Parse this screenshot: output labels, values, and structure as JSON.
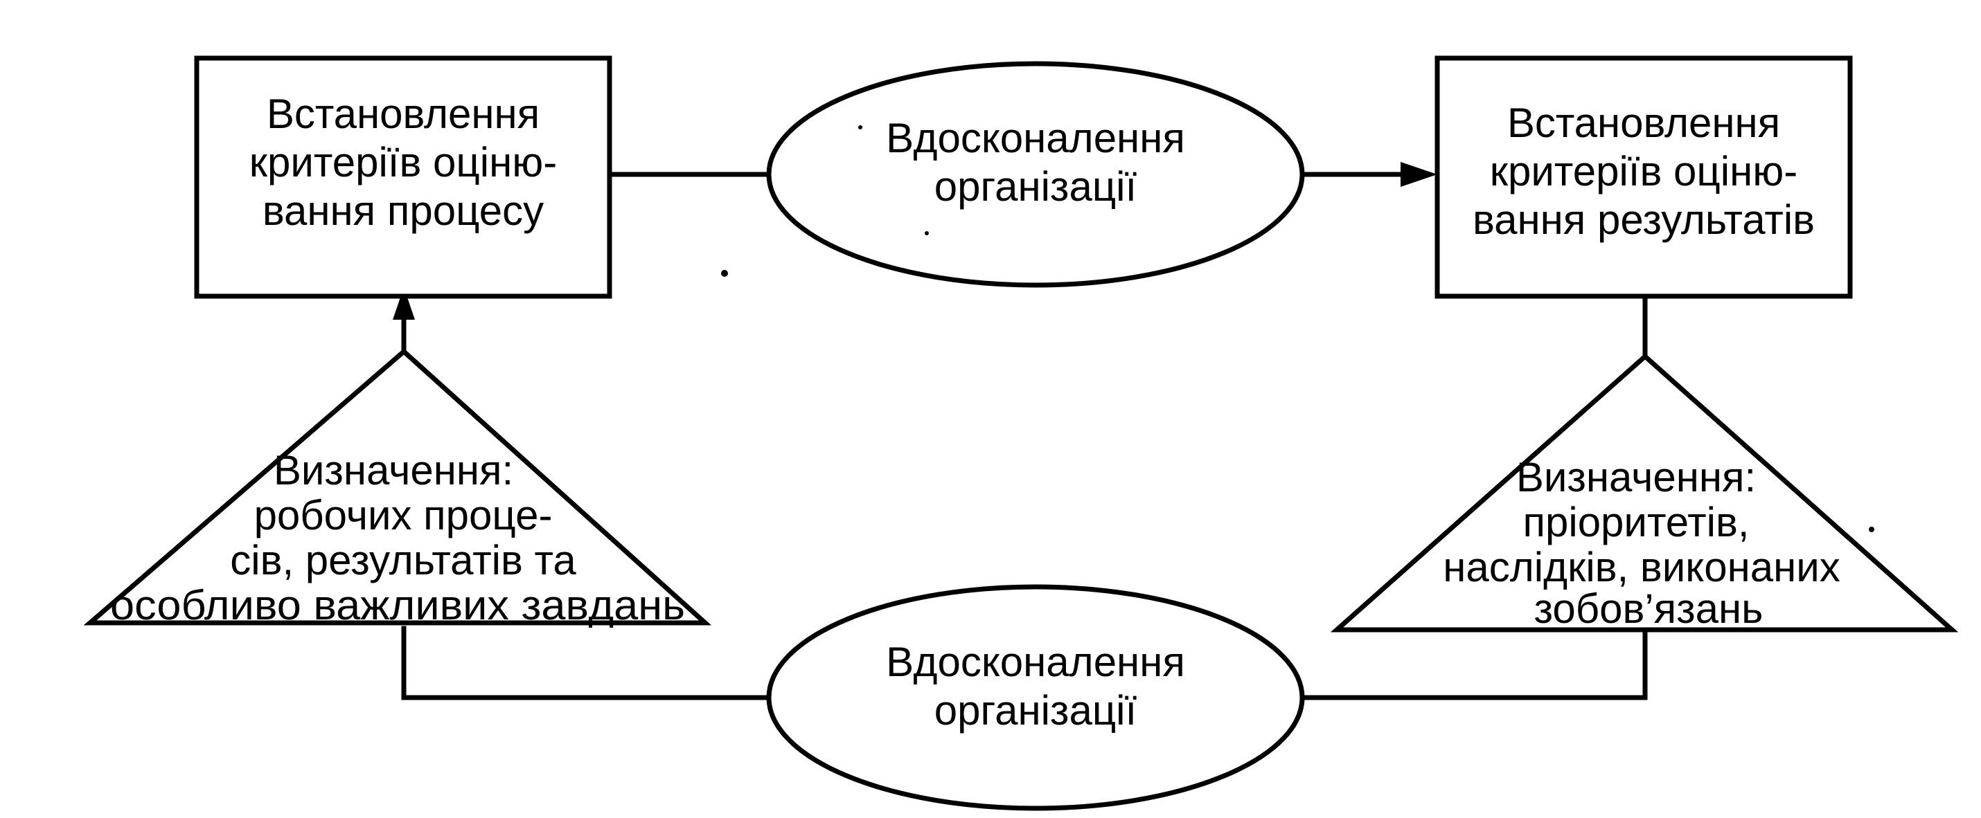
{
  "box_process": {
    "lines": [
      "Встановлення",
      "критеріїв оціню-",
      "вання процесу"
    ]
  },
  "box_results": {
    "lines": [
      "Встановлення",
      "критеріїв оціню-",
      "вання результатів"
    ]
  },
  "ellipse_top": {
    "lines": [
      "Вдосконалення",
      "організації"
    ]
  },
  "ellipse_bottom": {
    "lines": [
      "Вдосконалення",
      "організації"
    ]
  },
  "triangle_left": {
    "lines": [
      "Визначення:",
      "робочих проце-",
      "сів, результатів та",
      "особливо важливих завдань"
    ]
  },
  "triangle_right": {
    "lines": [
      "Визначення:",
      "пріоритетів,",
      "наслідків, виконаних",
      "зобов’язань"
    ]
  }
}
